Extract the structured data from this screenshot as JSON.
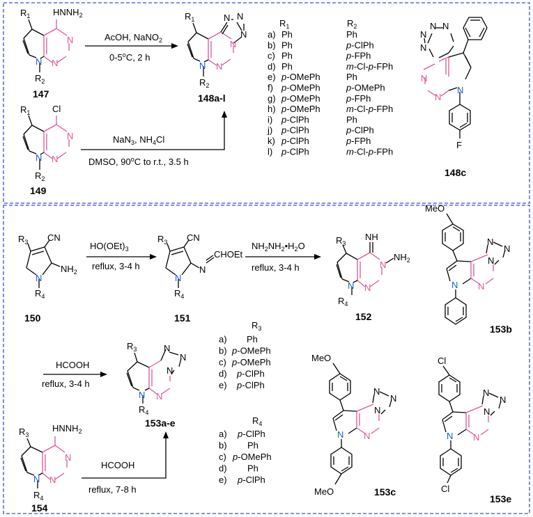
{
  "top": {
    "compounds": {
      "c147": "147",
      "c148": "148a-l",
      "c149": "149",
      "c148c": "148c"
    },
    "cond1": {
      "line1": "AcOH, NaNO",
      "line1_sub": "2",
      "line2": "0-5",
      "line2_sup": "o",
      "line2_rest": "C, 2 h"
    },
    "cond2": {
      "line1": "NaN",
      "line1_sub": "3",
      "line1_rest": ", NH",
      "line1_sub2": "4",
      "line1_rest2": "Cl",
      "line2": "DMSO, 90",
      "line2_sup": "o",
      "line2_rest": "C to r.t., 3.5 h"
    },
    "substituents": {
      "r1": "HNNH",
      "r1_sub": "2",
      "cl": "Cl",
      "f": "F"
    },
    "table": {
      "headers": {
        "r1": "R",
        "r1_sub": "1",
        "r2": "R",
        "r2_sub": "2"
      },
      "rows": [
        {
          "l": "a)",
          "r1": "Ph",
          "r2": "Ph"
        },
        {
          "l": "b)",
          "r1": "Ph",
          "r2": "p-ClPh"
        },
        {
          "l": "c)",
          "r1": "Ph",
          "r2": "p-FPh"
        },
        {
          "l": "d)",
          "r1": "Ph",
          "r2": "m-Cl-p-FPh"
        },
        {
          "l": "e)",
          "r1": "p-OMePh",
          "r2": "Ph"
        },
        {
          "l": "f)",
          "r1": "p-OMePh",
          "r2": "p-OMePh"
        },
        {
          "l": "g)",
          "r1": "p-OMePh",
          "r2": "p-FPh"
        },
        {
          "l": "h)",
          "r1": "p-OMePh",
          "r2": "m-Cl-p-FPh"
        },
        {
          "l": "i)",
          "r1": "p-ClPh",
          "r2": "Ph"
        },
        {
          "l": "j)",
          "r1": "p-ClPh",
          "r2": "p-ClPh"
        },
        {
          "l": "k)",
          "r1": "p-ClPh",
          "r2": "p-FPh"
        },
        {
          "l": "l)",
          "r1": "p-ClPh",
          "r2": "m-Cl-p-FPh"
        }
      ]
    }
  },
  "bottom": {
    "compounds": {
      "c150": "150",
      "c151": "151",
      "c152": "152",
      "c153": "153a-e",
      "c154": "154",
      "c153b": "153b",
      "c153c": "153c",
      "c153e": "153e"
    },
    "cond1": {
      "line1": "HO(OEt)",
      "line1_sub": "3",
      "line2": "reflux, 3-4 h"
    },
    "cond2": {
      "line1": "NH",
      "l_s1": "2",
      "l_r1": "NH",
      "l_s2": "2",
      "l_r2": "•H",
      "l_s3": "2",
      "l_r3": "O",
      "line2": "reflux, 3-4 h"
    },
    "cond3": {
      "line1": "HCOOH",
      "line2": "reflux, 3-4 h"
    },
    "cond4": {
      "line1": "HCOOH",
      "line2": "reflux, 7-8 h"
    },
    "labels": {
      "cn": "CN",
      "nh2": "NH",
      "nh2_sub": "2",
      "amidine": "N",
      "chooet": "CHOEt",
      "imine": "NH",
      "hnnh2": "HNNH",
      "meo": "MeO",
      "cl": "Cl"
    },
    "r3_table": {
      "header": "R",
      "header_sub": "3",
      "rows": [
        {
          "l": "a)",
          "v": "Ph"
        },
        {
          "l": "b)",
          "v": "p-OMePh"
        },
        {
          "l": "c)",
          "v": "p-OMePh"
        },
        {
          "l": "d)",
          "v": "p-ClPh"
        },
        {
          "l": "e)",
          "v": "p-ClPh"
        }
      ]
    },
    "r4_table": {
      "header": "R",
      "header_sub": "4",
      "rows": [
        {
          "l": "a)",
          "v": "p-ClPh"
        },
        {
          "l": "b)",
          "v": "Ph"
        },
        {
          "l": "c)",
          "v": "p-OMePh"
        },
        {
          "l": "d)",
          "v": "Ph"
        },
        {
          "l": "e)",
          "v": "p-ClPh"
        }
      ]
    }
  },
  "colors": {
    "frame": "#3b4bd8",
    "carbon_bond": "#000000",
    "pyrimidine": "#e0559a",
    "pyrrole_n": "#1a5fc4"
  }
}
